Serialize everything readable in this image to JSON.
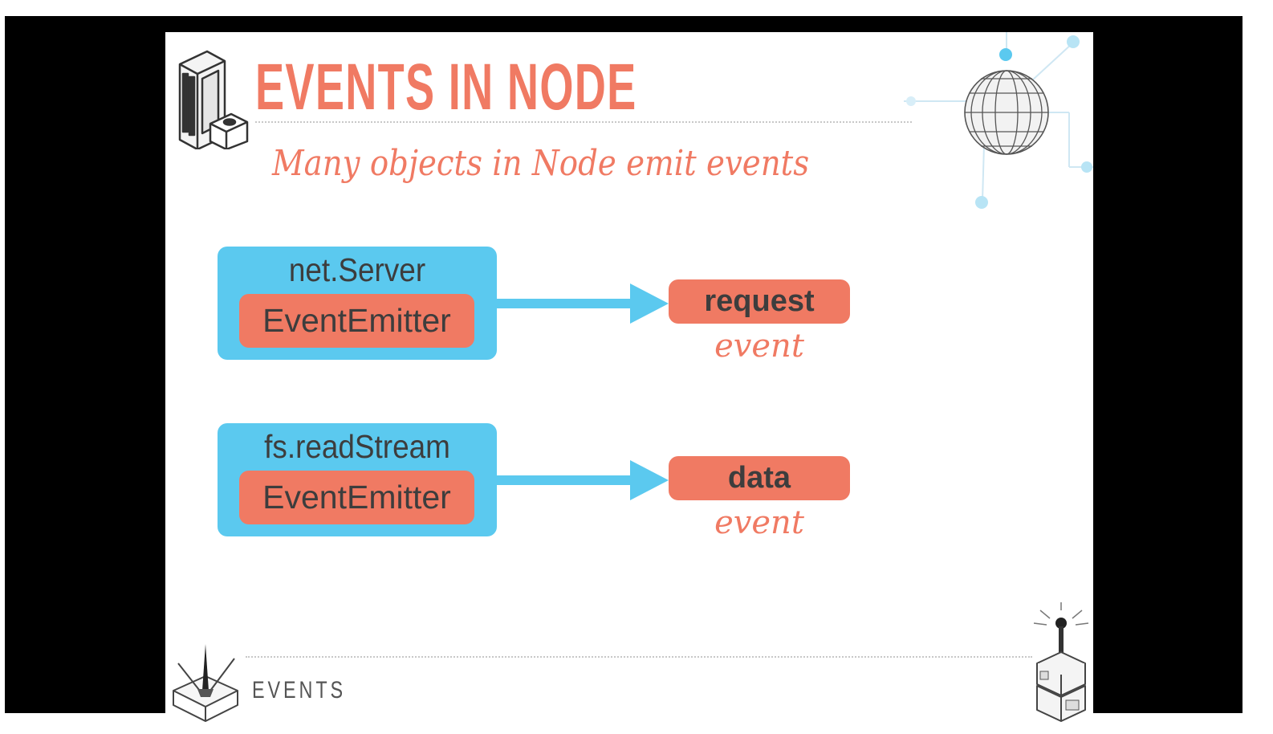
{
  "slide": {
    "title": "EVENTS IN NODE",
    "subtitle": "Many objects in Node emit events",
    "footer_label": "EVENTS"
  },
  "emitters": [
    {
      "object": "net.Server",
      "base": "EventEmitter",
      "event": "request",
      "caption": "event"
    },
    {
      "object": "fs.readStream",
      "base": "EventEmitter",
      "event": "data",
      "caption": "event"
    }
  ],
  "colors": {
    "accent": "#f07a63",
    "box": "#5bc9ef",
    "text": "#3d3d3d",
    "frame": "#000000"
  },
  "icons": [
    "server-rack-icon",
    "globe-network-icon",
    "toolbox-icon",
    "robot-antenna-icon"
  ]
}
